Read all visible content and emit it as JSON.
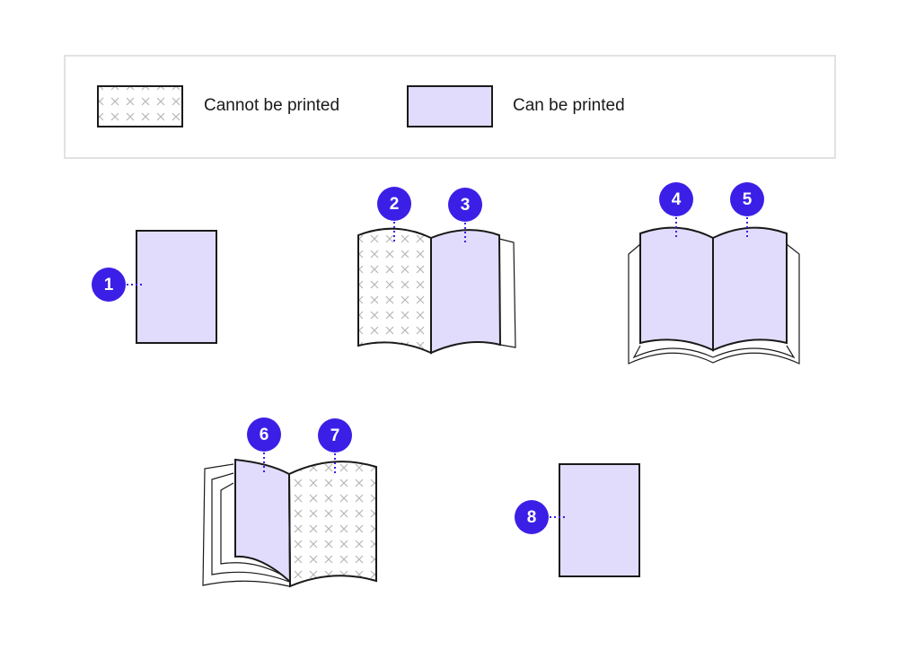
{
  "legend": {
    "cannot_print_label": "Cannot be printed",
    "can_print_label": "Can be printed"
  },
  "badges": {
    "b1": "1",
    "b2": "2",
    "b3": "3",
    "b4": "4",
    "b5": "5",
    "b6": "6",
    "b7": "7",
    "b8": "8"
  },
  "colors": {
    "printable_fill": "#e1dcfb",
    "badge_fill": "#3c1fe6",
    "outline": "#1a1a1a",
    "legend_border": "#e2e2e2",
    "hatch_mark": "#b5b5b5"
  }
}
